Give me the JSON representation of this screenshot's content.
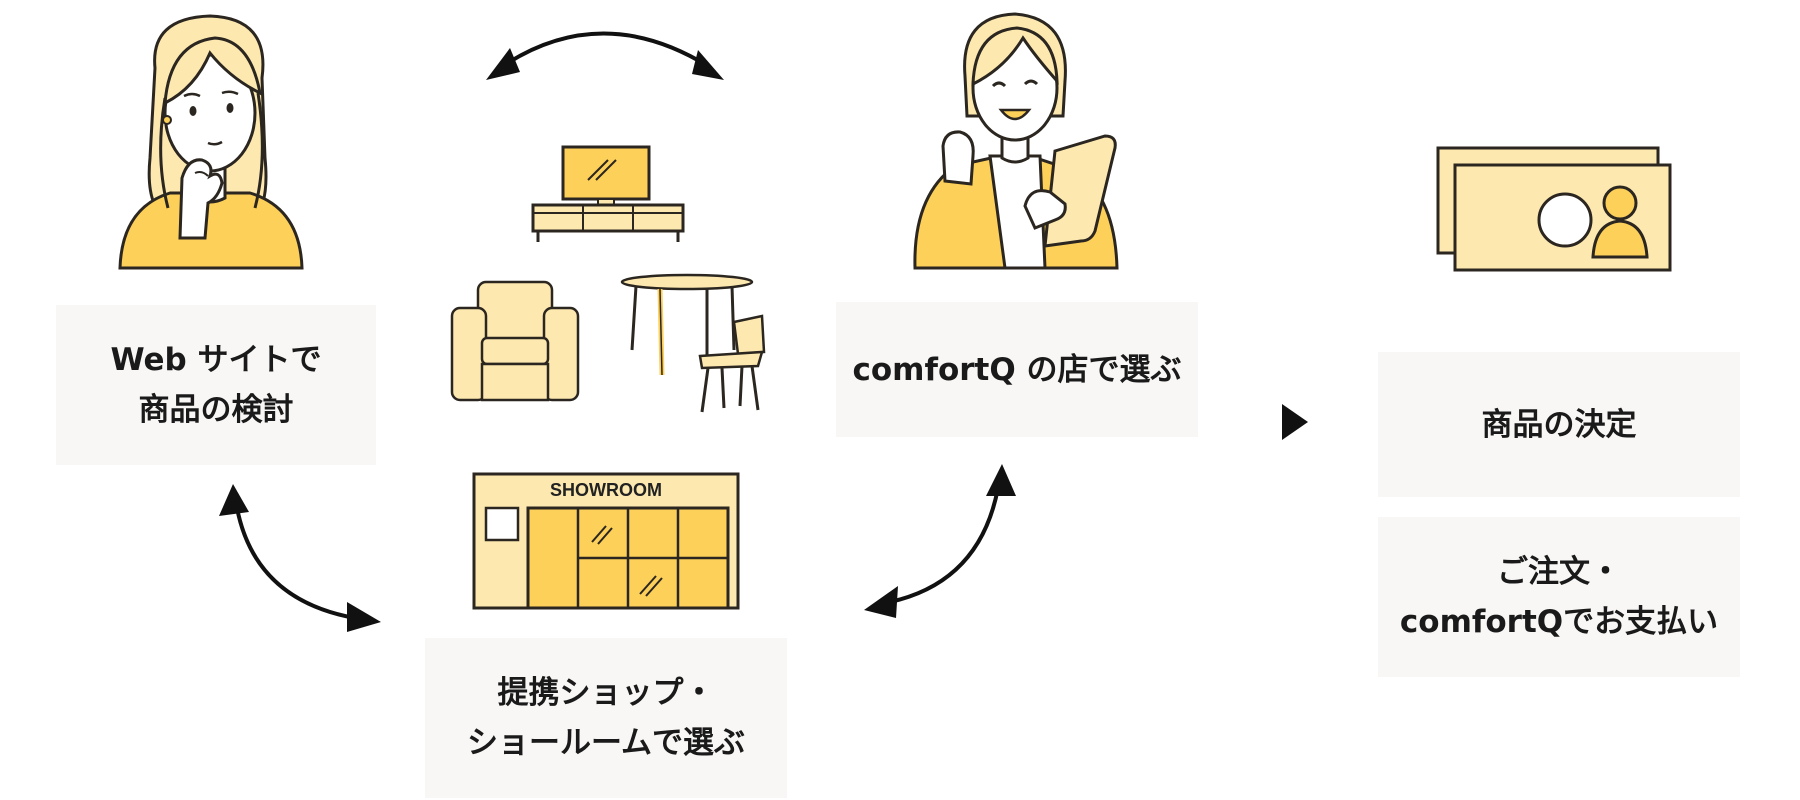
{
  "steps": {
    "web": {
      "line1": "Web サイトで",
      "line2": "商品の検討"
    },
    "shop": {
      "line1": "提携ショップ・",
      "line2": "ショールームで選ぶ"
    },
    "comfortq_store": {
      "line1": "comfortQ の店で選ぶ"
    },
    "decision": {
      "line1": "商品の決定"
    },
    "order": {
      "line1": "ご注文・",
      "line2": "comfortQでお支払い"
    }
  },
  "showroom_sign": "SHOWROOM",
  "colors": {
    "yellow": "#fdd05a",
    "light_yellow": "#fde9b0",
    "outline": "#2b2620",
    "box_bg": "#f8f7f5",
    "arrow": "#111111"
  }
}
